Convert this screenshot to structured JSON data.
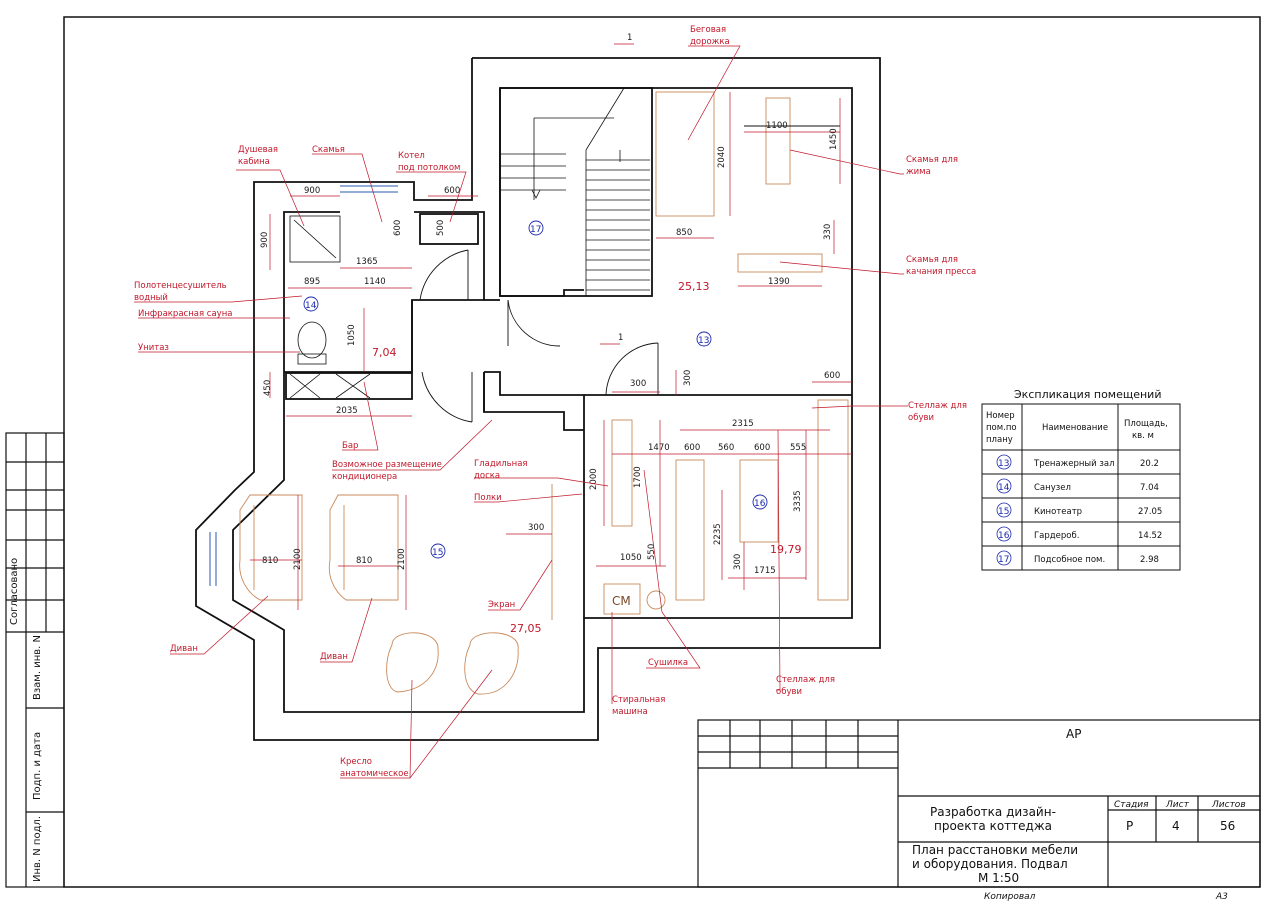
{
  "labels": {
    "treadmill": [
      "Беговая",
      "дорожка"
    ],
    "shower": [
      "Душевая",
      "кабина"
    ],
    "bench": "Скамья",
    "boiler": [
      "Котел",
      "под потолком"
    ],
    "bench_press": [
      "Скамья для",
      "жима"
    ],
    "bench_abs": [
      "Скамья для",
      "качания пресса"
    ],
    "towel_dryer": [
      "Полотенцесушитель",
      "водный"
    ],
    "sauna": "Инфракрасная сауна",
    "toilet": "Унитаз",
    "shoe_rack_top": [
      "Стеллаж для",
      "обуви"
    ],
    "bar": "Бар",
    "ac": [
      "Возможное размещение",
      "кондиционера"
    ],
    "ironing": [
      "Гладильная",
      "доска"
    ],
    "shelves": "Полки",
    "screen": "Экран",
    "sofa_left": "Диван",
    "sofa_mid": "Диван",
    "dryer": "Сушилка",
    "washer": [
      "Стиральная",
      "машина"
    ],
    "shoe_rack_bottom": [
      "Стеллаж для",
      "обуви"
    ],
    "armchair": [
      "Кресло",
      "анатомическое"
    ],
    "washer_tag": "СМ"
  },
  "dims": {
    "d1_top": "1",
    "d900a": "900",
    "d600a": "600",
    "d900b": "900",
    "d600b": "600",
    "d500": "500",
    "d1365": "1365",
    "d895": "895",
    "d1140": "1140",
    "d1050a": "1050",
    "d450": "450",
    "d2035": "2035",
    "d2040": "2040",
    "d850": "850",
    "d1100": "1100",
    "d1450": "1450",
    "d330": "330",
    "d1390": "1390",
    "d1_mid": "1",
    "d300a": "300",
    "d300b": "300",
    "d600c": "600",
    "d2315": "2315",
    "d1470": "1470",
    "d600d": "600",
    "d560": "560",
    "d600e": "600",
    "d555": "555",
    "d2000": "2000",
    "d1700": "1700",
    "d3335": "3335",
    "d2235": "2235",
    "d300c": "300",
    "d1715": "1715",
    "d1050b": "1050",
    "d550": "550",
    "d300d": "300",
    "d810a": "810",
    "d2100a": "2100",
    "d810b": "810",
    "d2100b": "2100"
  },
  "areas": {
    "a13": "25,13",
    "a14": "7,04",
    "a15": "27,05",
    "a16": "19,79"
  },
  "room_numbers": {
    "r13": "13",
    "r14": "14",
    "r15": "15",
    "r16": "16",
    "r17": "17"
  },
  "explication": {
    "title": "Экспликация помещений",
    "headers": {
      "number": [
        "Номер",
        "пом.по",
        "плану"
      ],
      "name": "Наименование",
      "area": [
        "Площадь,",
        "кв. м"
      ]
    },
    "rows": [
      {
        "num": "13",
        "name": "Тренажерный зал",
        "area": "20.2"
      },
      {
        "num": "14",
        "name": "Санузел",
        "area": "7.04"
      },
      {
        "num": "15",
        "name": "Кинотеатр",
        "area": "27.05"
      },
      {
        "num": "16",
        "name": "Гардероб.",
        "area": "14.52"
      },
      {
        "num": "17",
        "name": "Подсобное пом.",
        "area": "2.98"
      }
    ]
  },
  "title_block": {
    "project": [
      "Разработка дизайн-",
      "проекта коттеджа"
    ],
    "sheet_title": [
      "План расстановки мебели",
      "и оборудования. Подвал",
      "М 1:50"
    ],
    "stage_label": "Стадия",
    "sheet_label": "Лист",
    "sheets_label": "Листов",
    "stage": "Р",
    "sheet": "4",
    "sheets": "56",
    "code": "АР",
    "copied": "Копировал",
    "format": "А3"
  },
  "side_stamp": {
    "agreed": "Согласовано",
    "inv_replace": "Взам. инв. N",
    "sign_date": "Подп. и дата",
    "inv_orig": "Инв. N подл."
  },
  "colors": {
    "annotation": "#c0182a",
    "room_number": "#1c2ab0",
    "furniture": "#c98a5a",
    "walls": "#111111"
  }
}
